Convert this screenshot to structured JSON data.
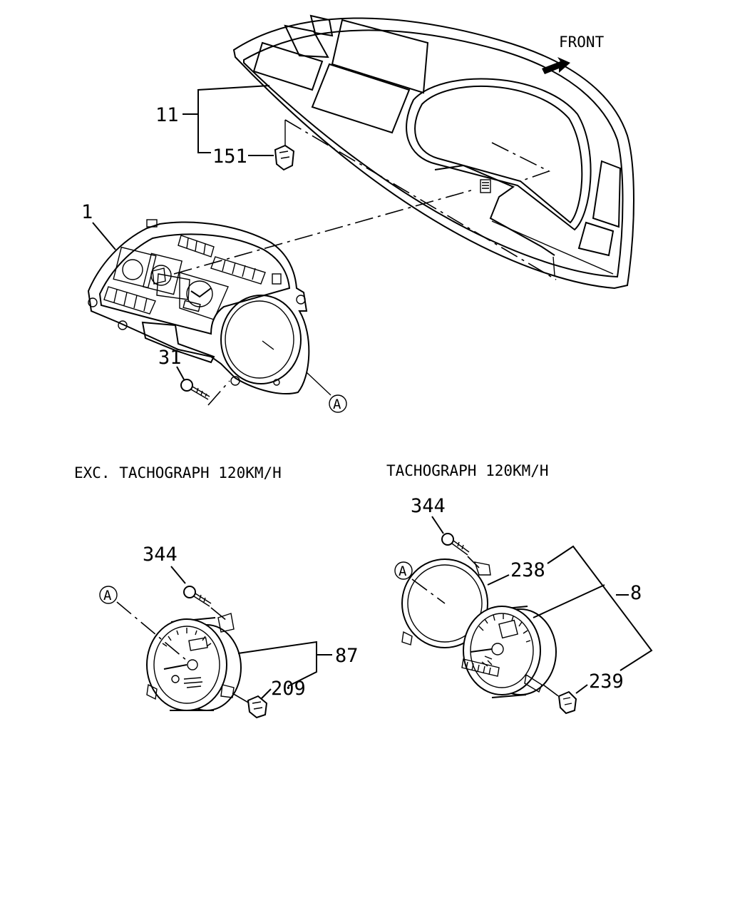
{
  "direction": {
    "label": "FRONT"
  },
  "captions": {
    "left": "EXC. TACHOGRAPH 120KM/H",
    "right": "TACHOGRAPH 120KM/H"
  },
  "callout_letter": "A",
  "part_numbers": {
    "p1": "1",
    "p11": "11",
    "p151": "151",
    "p31": "31",
    "p344_left": "344",
    "p87": "87",
    "p209": "209",
    "p344_right": "344",
    "p238": "238",
    "p8": "8",
    "p239": "239"
  },
  "icons": [
    "front-arrow-icon",
    "callout-circle-icon",
    "screw-icon",
    "clip-icon"
  ]
}
